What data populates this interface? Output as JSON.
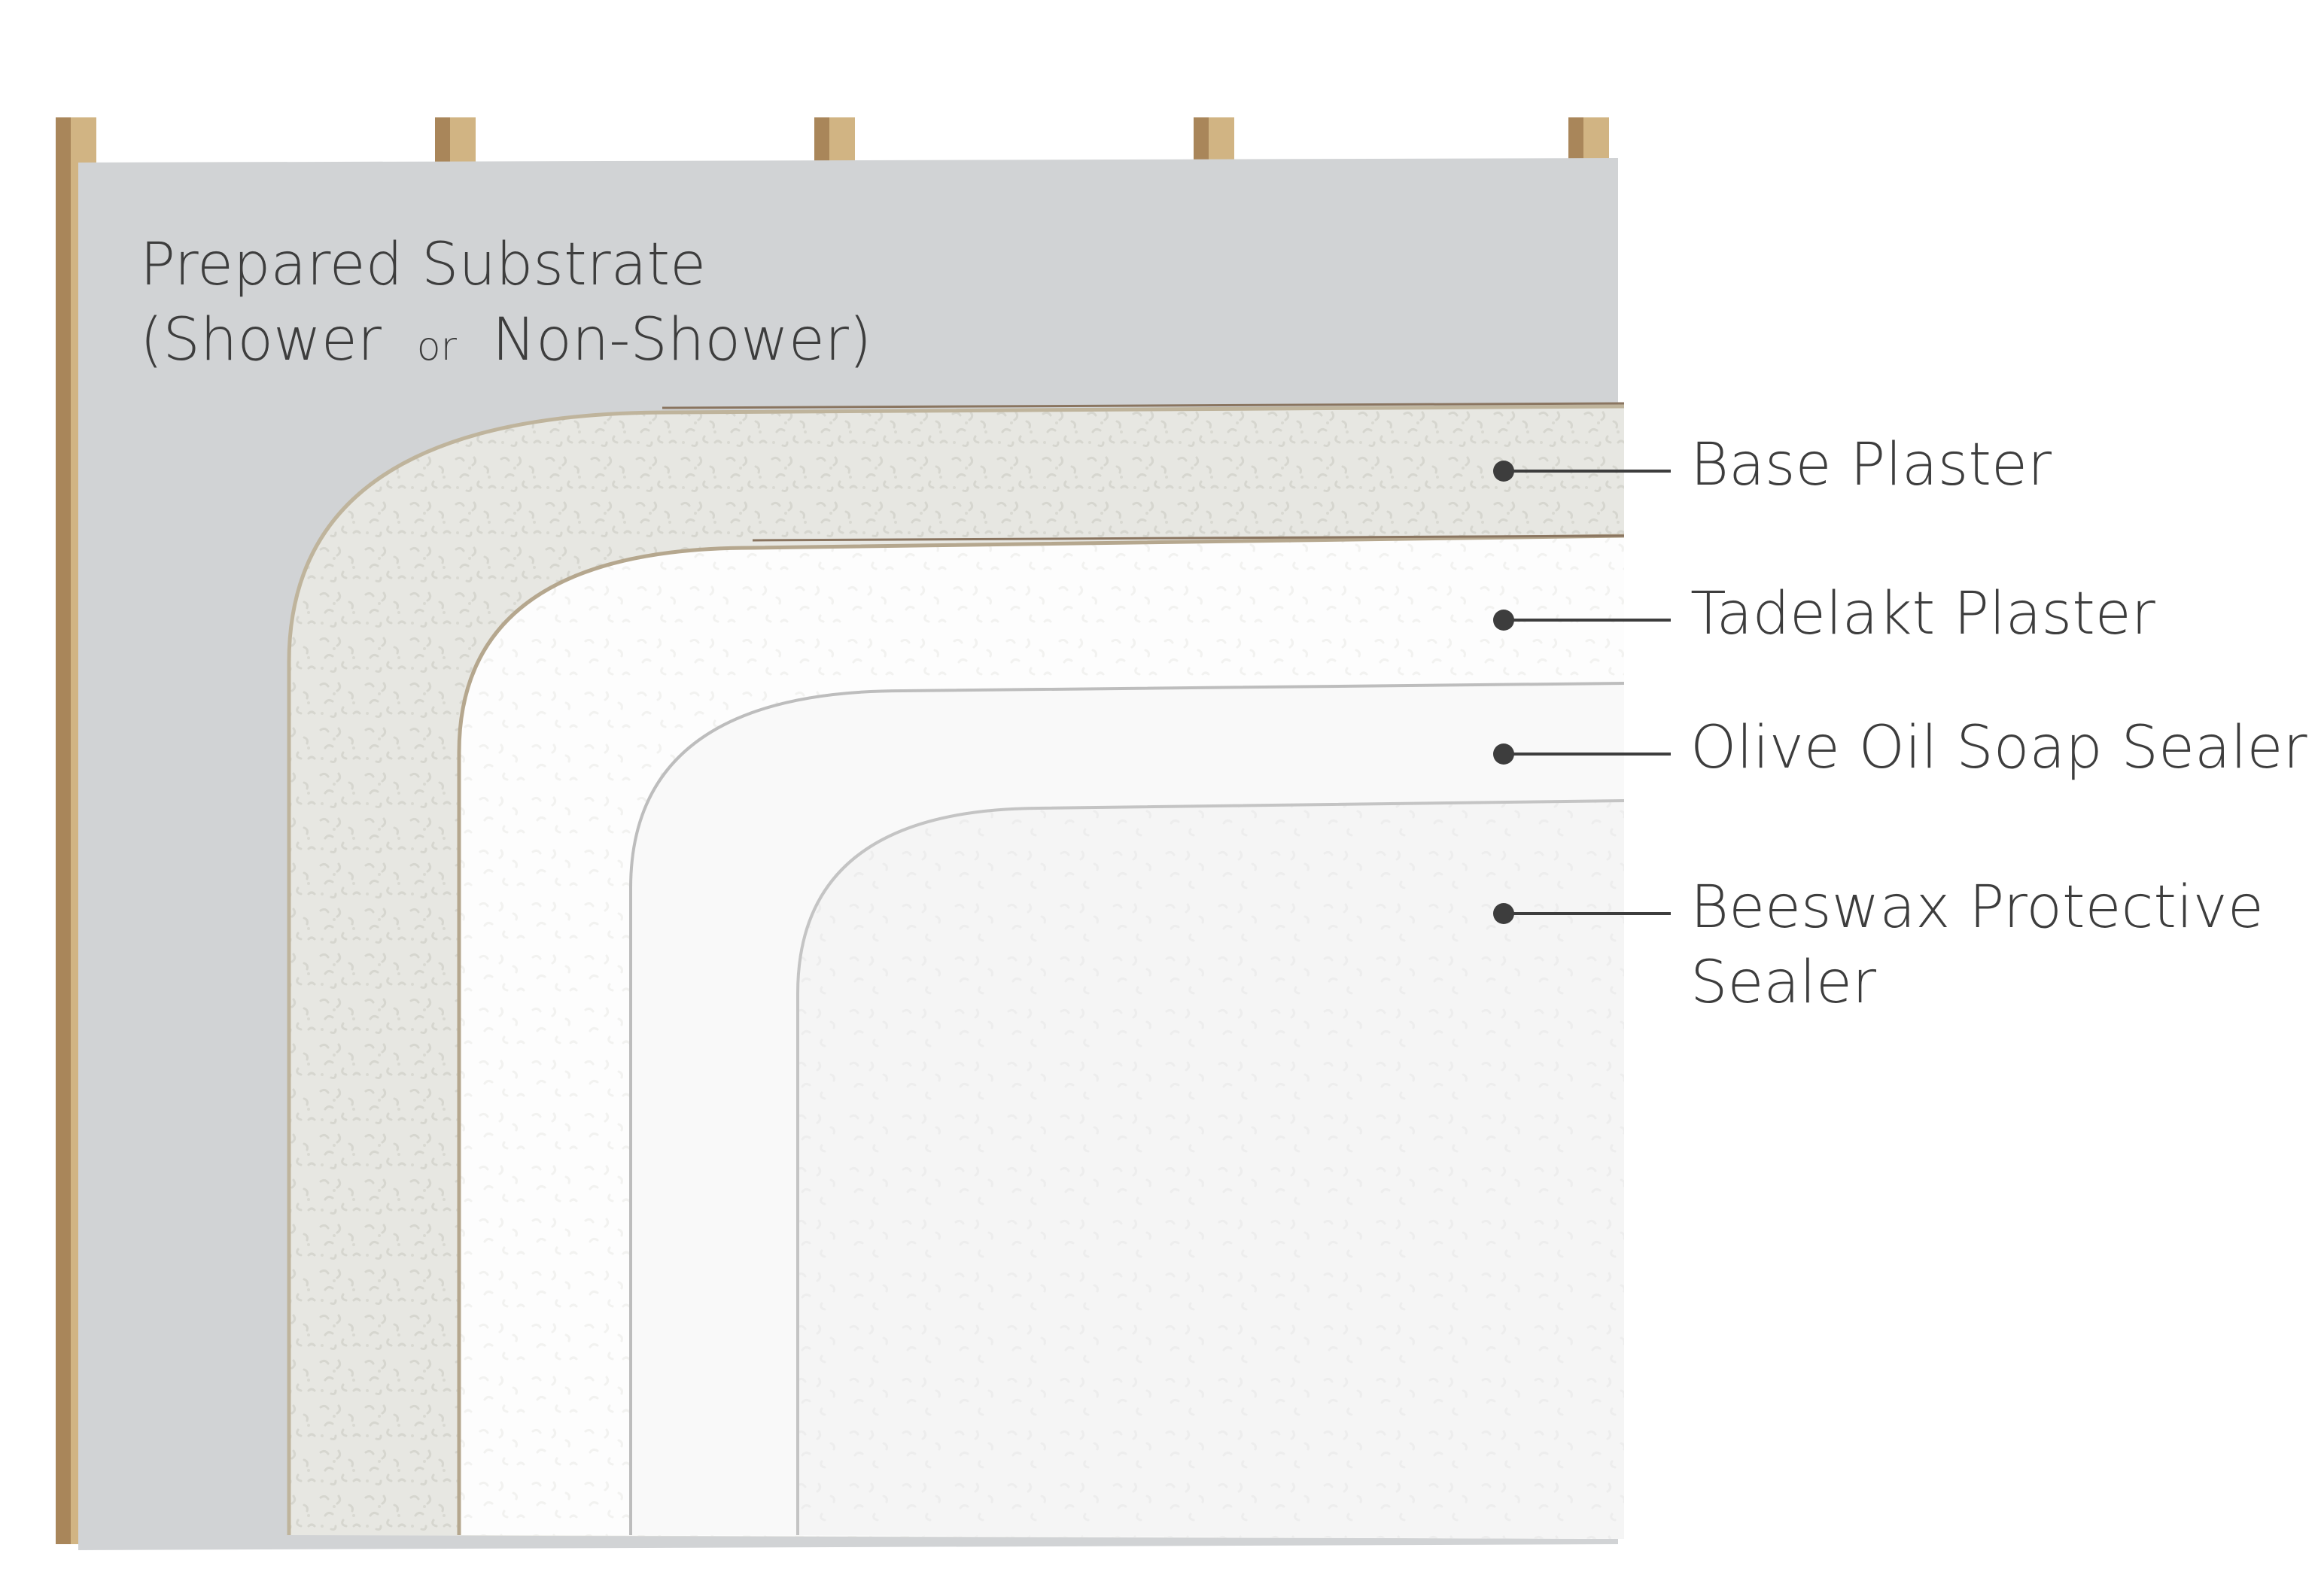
{
  "substrate": {
    "line1": "Prepared Substrate",
    "line2_open": "(Shower",
    "line2_or": "or",
    "line2_close": "Non-Shower)"
  },
  "layers": [
    {
      "id": "base-plaster",
      "label": "Base Plaster",
      "label_line2": ""
    },
    {
      "id": "tadelakt-plaster",
      "label": "Tadelakt Plaster",
      "label_line2": ""
    },
    {
      "id": "olive-oil-soap-sealer",
      "label": "Olive Oil Soap Sealer",
      "label_line2": ""
    },
    {
      "id": "beeswax-protective-sealer",
      "label": "Beeswax Protective",
      "label_line2": "Sealer"
    }
  ],
  "colors": {
    "stud_front": "#d1b483",
    "stud_side": "#a9865a",
    "substrate": "#d1d3d5",
    "base_plaster": "#e7e7e2",
    "base_plaster_edge": "#bfb49c",
    "tadelakt": "#fdfdfd",
    "olive_sealer": "#f9f9f9",
    "beeswax": "#f5f5f5",
    "leader": "#3d3d3d"
  }
}
